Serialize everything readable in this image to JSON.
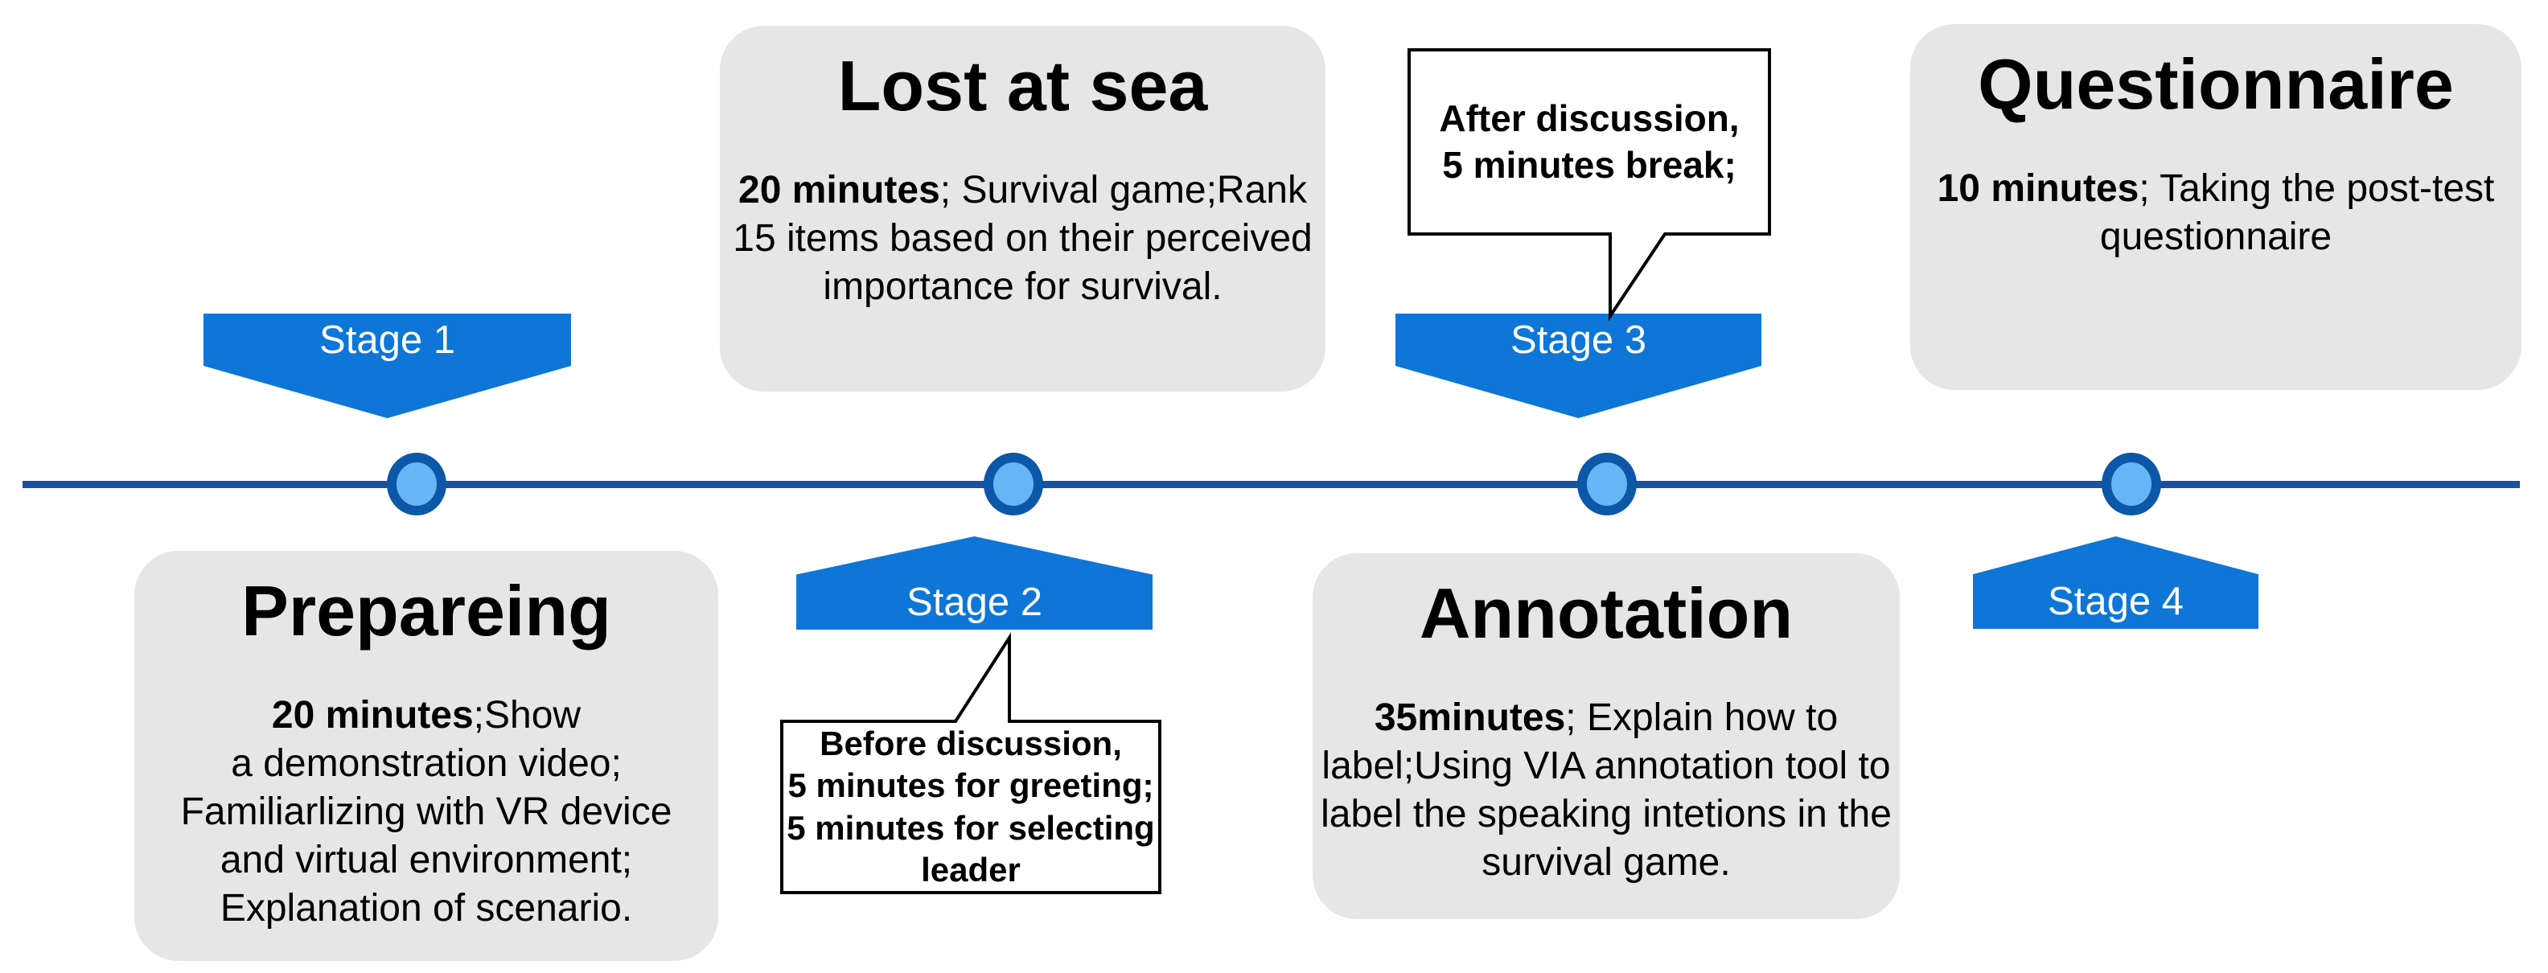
{
  "figure": {
    "description": "Experiment procedure timeline with four stages"
  },
  "colors": {
    "banner_blue": "#0E76D7",
    "timeline_line": "#17539E",
    "node_ring": "#0C57A8",
    "node_fill": "#69B4F6",
    "box_grey": "#E7E6E6",
    "callout_border": "#000000",
    "stage_text": "#FFFFFF"
  },
  "timeline": {
    "stages": [
      {
        "label": "Stage 1",
        "direction": "down"
      },
      {
        "label": "Stage 2",
        "direction": "up"
      },
      {
        "label": "Stage 3",
        "direction": "down"
      },
      {
        "label": "Stage 4",
        "direction": "up"
      }
    ]
  },
  "boxes": {
    "lost_at_sea": {
      "title": "Lost at sea",
      "duration": "20 minutes",
      "details": "; Survival game;Rank\n15 items based on their perceived\nimportance for survival."
    },
    "questionnaire": {
      "title": "Questionnaire",
      "duration": "10 minutes",
      "details": "; Taking the post-test\nquestionnaire"
    },
    "prepareing": {
      "title": "Prepareing",
      "duration": "20 minutes",
      "details": ";Show\na demonstration video;\nFamiliarlizing with VR device\nand virtual environment;\nExplanation of scenario."
    },
    "annotation": {
      "title": "Annotation",
      "duration": "35minutes",
      "details": "; Explain how to\nlabel;Using VIA annotation tool to\nlabel the speaking intetions in the\nsurvival game."
    }
  },
  "callouts": {
    "stage2": {
      "text": "Before discussion,\n5 minutes for greeting;\n5 minutes for selecting\nleader"
    },
    "stage3": {
      "text": "After discussion,\n5 minutes break;"
    }
  }
}
